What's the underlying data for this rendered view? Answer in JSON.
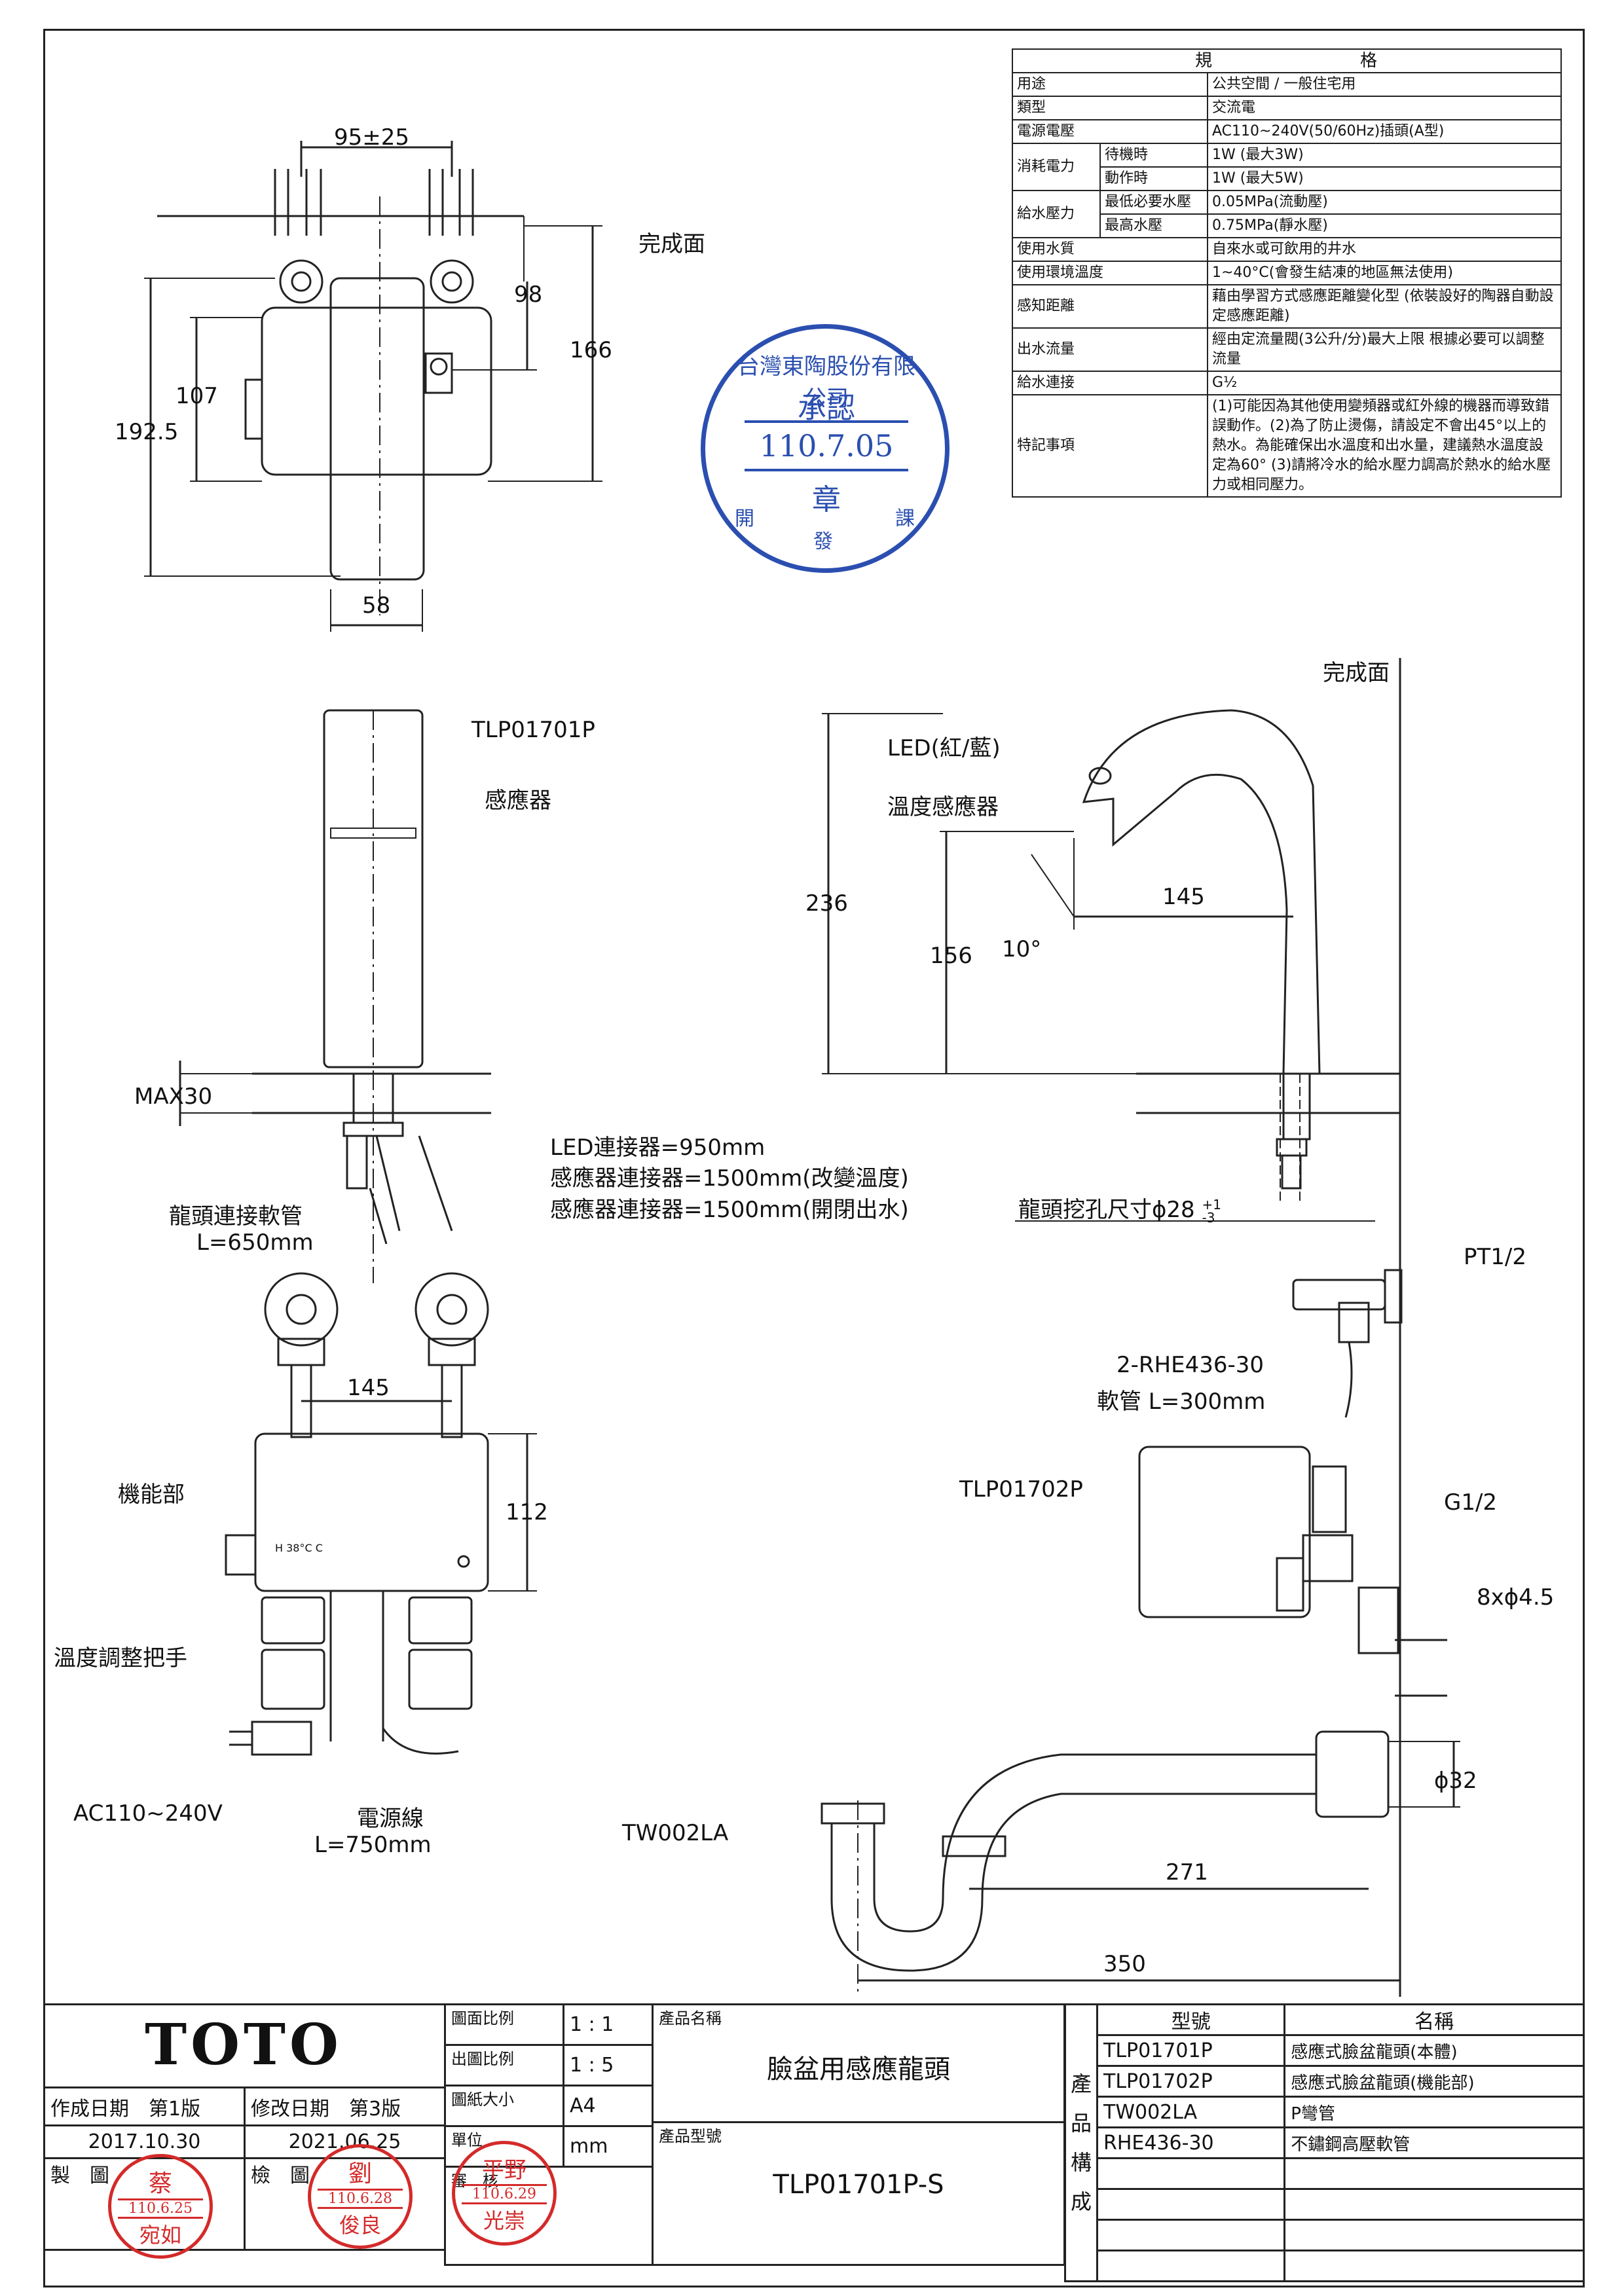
{
  "spec_table": {
    "header": "規　　　　　　　　格",
    "rows": [
      {
        "k": "用途",
        "v": "公共空間 / 一般住宅用"
      },
      {
        "k": "類型",
        "v": "交流電"
      },
      {
        "k": "電源電壓",
        "v": "AC110~240V(50/60Hz)插頭(A型)"
      },
      {
        "k": "消耗電力",
        "s1": "待機時",
        "v1": "1W (最大3W)",
        "s2": "動作時",
        "v2": "1W (最大5W)"
      },
      {
        "k": "給水壓力",
        "s1": "最低必要水壓",
        "v1": "0.05MPa(流動壓)",
        "s2": "最高水壓",
        "v2": "0.75MPa(靜水壓)"
      },
      {
        "k": "使用水質",
        "v": "自來水或可飲用的井水"
      },
      {
        "k": "使用環境溫度",
        "v": "1~40°C(會發生結凍的地區無法使用)"
      },
      {
        "k": "感知距離",
        "v": "藉由學習方式感應距離變化型 (依裝設好的陶器自動設定感應距離)"
      },
      {
        "k": "出水流量",
        "v": "經由定流量閥(3公升/分)最大上限 根據必要可以調整流量"
      },
      {
        "k": "給水連接",
        "v": "G½"
      },
      {
        "k": "特記事項",
        "v": "(1)可能因為其他使用變頻器或紅外線的機器而導致錯誤動作。(2)為了防止燙傷，請設定不會出45°以上的熱水。為能確保出水溫度和出水量，建議熱水溫度設定為60° (3)請將冷水的給水壓力調高於熱水的給水壓力或相同壓力。"
      }
    ]
  },
  "labels": {
    "dim_95": "95±25",
    "finish_surface": "完成面",
    "dim_98": "98",
    "dim_166": "166",
    "dim_107": "107",
    "dim_1925": "192.5",
    "dim_58": "58",
    "finish_surface2": "完成面",
    "model_body": "TLP01701P",
    "sensor": "感應器",
    "led": "LED(紅/藍)",
    "temp_sensor": "溫度感應器",
    "dim_236": "236",
    "dim_145a": "145",
    "dim_156": "156",
    "angle_10": "10°",
    "max30": "MAX30",
    "led_conn": "LED連接器=950mm",
    "sensor_conn1": "感應器連接器=1500mm(改變溫度)",
    "sensor_conn2": "感應器連接器=1500mm(開閉出水)",
    "hose": "龍頭連接軟管",
    "hose_len": "L=650mm",
    "hole": "龍頭挖孔尺寸ϕ28",
    "hole_tol_plus": "+1",
    "hole_tol_minus": "-3",
    "pt12": "PT1/2",
    "rhe": "2-RHE436-30",
    "rhe_len": "軟管 L=300mm",
    "dim_145b": "145",
    "func_unit": "機能部",
    "dim_112": "112",
    "model_unit": "TLP01702P",
    "g12": "G1/2",
    "screws": "8xϕ4.5",
    "temp_handle": "溫度調整把手",
    "ac": "AC110~240V",
    "cord": "電源線",
    "cord_len": "L=750mm",
    "trap": "TW002LA",
    "dim_32": "ϕ32",
    "dim_271": "271",
    "dim_350": "350",
    "hot_cold_mark": "H 38°C C"
  },
  "stamp_blue": {
    "ring": "台灣東陶股份有限公司",
    "center_top": "承認",
    "date": "110.7.05",
    "center_bottom": "章",
    "bottom_left": "開",
    "bottom_mid": "發",
    "bottom_right": "課"
  },
  "title_block": {
    "brand": "TOTO",
    "created_label": "作成日期",
    "edition1": "第1版",
    "created_date": "2017.10.30",
    "modified_label": "修改日期",
    "edition3": "第3版",
    "modified_date": "2021.06.25",
    "scale_drawing_label": "圖面比例",
    "scale_drawing": "1 : 1",
    "scale_print_label": "出圖比例",
    "scale_print": "1 : 5",
    "paper_label": "圖紙大小",
    "paper": "A4",
    "unit_label": "單位",
    "unit": "mm",
    "made_by": "製　圖",
    "checked_by": "檢　圖",
    "approved_by": "審　核",
    "product_name_label": "產品名稱",
    "product_name": "臉盆用感應龍頭",
    "product_model_label": "產品型號",
    "product_model": "TLP01701P-S",
    "composition_label": "產品構成",
    "col_model": "型號",
    "col_name": "名稱",
    "parts": [
      {
        "model": "TLP01701P",
        "name": "感應式臉盆龍頭(本體)"
      },
      {
        "model": "TLP01702P",
        "name": "感應式臉盆龍頭(機能部)"
      },
      {
        "model": "TW002LA",
        "name": "P彎管"
      },
      {
        "model": "RHE436-30",
        "name": "不鏽鋼高壓軟管"
      }
    ]
  },
  "stamps_red": [
    {
      "top": "蔡",
      "date": "110.6.25",
      "name": "宛如"
    },
    {
      "top": "劉",
      "date": "110.6.28",
      "name": "俊良"
    },
    {
      "top": "平野",
      "date": "110.6.29",
      "name": "光崇"
    }
  ]
}
